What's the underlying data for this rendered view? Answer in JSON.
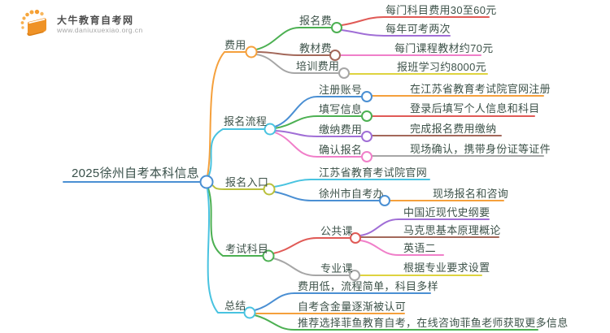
{
  "logo": {
    "icon": "book-sun-icon",
    "site_name": "大牛教育自考网",
    "site_url": "www.daniuxuexiao.org.cn",
    "brand_orange": "#f59c2f"
  },
  "palette": {
    "blue": "#4a8fd3",
    "orange": "#f5a03c",
    "cyan": "#49c3e0",
    "olive": "#b9c03b",
    "green": "#4cb052",
    "red": "#e05a56",
    "purple": "#a06ed6",
    "brown": "#a3685a",
    "gray": "#a6a6a6",
    "pink": "#f07fc9",
    "yellow": "#ded33f",
    "text": "#3d5249"
  },
  "mindmap": {
    "root": {
      "label": "2025徐州自考本科信息",
      "color": "#4a8fd3"
    },
    "branches": [
      {
        "label": "费用",
        "color": "#f5a03c",
        "children": [
          {
            "label": "报名费",
            "color": "#4cb052",
            "children": [
              {
                "label": "每门科目费用30至60元",
                "color": "#e05a56"
              },
              {
                "label": "每年可考两次",
                "color": "#a06ed6"
              }
            ]
          },
          {
            "label": "教材费",
            "color": "#a3685a",
            "children": [
              {
                "label": "每门课程教材约70元",
                "color": "#f07fc9"
              }
            ]
          },
          {
            "label": "培训费用",
            "color": "#a6a6a6",
            "children": [
              {
                "label": "报班学习约8000元",
                "color": "#ded33f"
              }
            ]
          }
        ]
      },
      {
        "label": "报名流程",
        "color": "#49c3e0",
        "children": [
          {
            "label": "注册账号",
            "color": "#4a8fd3",
            "children": [
              {
                "label": "在江苏省教育考试院官网注册",
                "color": "#f5a03c"
              }
            ]
          },
          {
            "label": "填写信息",
            "color": "#4cb052",
            "children": [
              {
                "label": "登录后填写个人信息和科目",
                "color": "#e05a56"
              }
            ]
          },
          {
            "label": "缴纳费用",
            "color": "#a06ed6",
            "children": [
              {
                "label": "完成报名费用缴纳",
                "color": "#a3685a"
              }
            ]
          },
          {
            "label": "确认报名",
            "color": "#f07fc9",
            "children": [
              {
                "label": "现场确认，携带身份证等证件",
                "color": "#a6a6a6"
              }
            ]
          }
        ]
      },
      {
        "label": "报名入口",
        "color": "#b9c03b",
        "children": [
          {
            "label": "江苏省教育考试院官网",
            "color": "#49c3e0",
            "children": []
          },
          {
            "label": "徐州市自考办",
            "color": "#4a8fd3",
            "children": [
              {
                "label": "现场报名和咨询",
                "color": "#f5a03c"
              }
            ]
          }
        ]
      },
      {
        "label": "考试科目",
        "color": "#4cb052",
        "children": [
          {
            "label": "公共课",
            "color": "#e05a56",
            "children": [
              {
                "label": "中国近现代史纲要",
                "color": "#a06ed6"
              },
              {
                "label": "马克思基本原理概论",
                "color": "#a3685a"
              },
              {
                "label": "英语二",
                "color": "#f07fc9"
              }
            ]
          },
          {
            "label": "专业课",
            "color": "#a6a6a6",
            "children": [
              {
                "label": "根据专业要求设置",
                "color": "#ded33f"
              }
            ]
          }
        ]
      },
      {
        "label": "总结",
        "color": "#49c3e0",
        "children": [
          {
            "label": "费用低，流程简单，科目多样",
            "color": "#4a8fd3",
            "children": []
          },
          {
            "label": "自考含金量逐渐被认可",
            "color": "#f5a03c",
            "children": []
          },
          {
            "label": "推荐选择菲鱼教育自考，在线咨询菲鱼老师获取更多信息",
            "color": "#4cb052",
            "children": []
          }
        ]
      }
    ]
  }
}
